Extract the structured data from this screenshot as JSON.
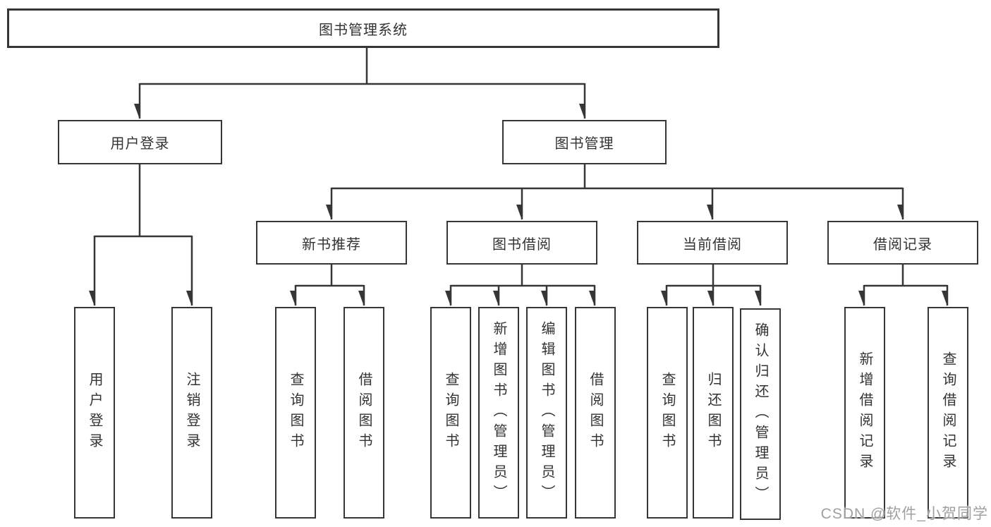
{
  "diagram": {
    "root": {
      "label": "图书管理系统"
    },
    "branches": [
      {
        "label": "用户登录",
        "children": [
          {
            "label": "用户登录"
          },
          {
            "label": "注销登录"
          }
        ]
      },
      {
        "label": "图书管理",
        "children": [
          {
            "label": "新书推荐",
            "children": [
              {
                "label": "查询图书"
              },
              {
                "label": "借阅图书"
              }
            ]
          },
          {
            "label": "图书借阅",
            "children": [
              {
                "label": "查询图书"
              },
              {
                "label": "新增图书（管理员）"
              },
              {
                "label": "编辑图书（管理员）"
              },
              {
                "label": "借阅图书"
              }
            ]
          },
          {
            "label": "当前借阅",
            "children": [
              {
                "label": "查询图书"
              },
              {
                "label": "归还图书"
              },
              {
                "label": "确认归还（管理员）"
              }
            ]
          },
          {
            "label": "借阅记录",
            "children": [
              {
                "label": "新增借阅记录"
              },
              {
                "label": "查询借阅记录"
              }
            ]
          }
        ]
      }
    ]
  },
  "watermark": {
    "text": "CSDN @软件_小贺同学"
  },
  "colors": {
    "background": "#ffffff",
    "box_border": "#363636",
    "line": "#363636",
    "text": "#333333",
    "watermark": "#989898"
  }
}
